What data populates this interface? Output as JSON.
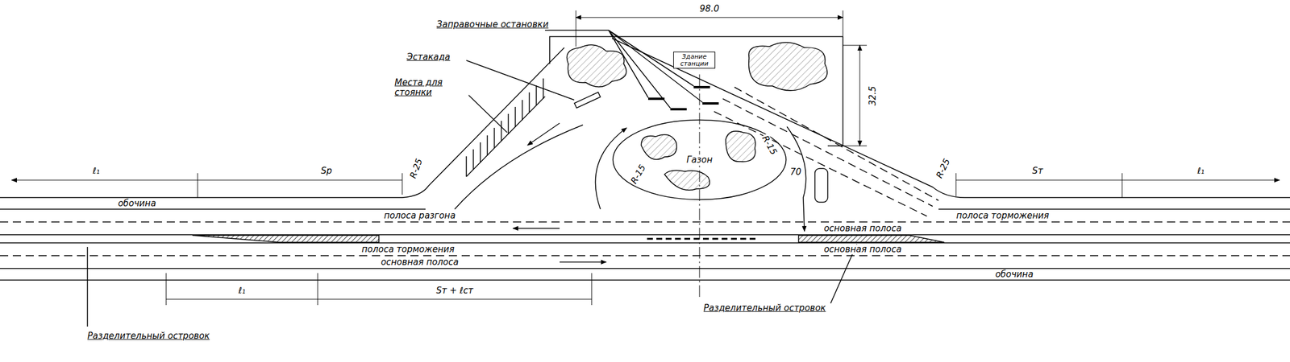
{
  "diagram": {
    "nodes": [
      {
        "text": [
          "Здание станции"
        ]
      },
      {
        "text": [
          "Газон"
        ]
      }
    ],
    "labels": [
      "98.0",
      "32.5",
      "Заправочные остановки",
      "Эстакада",
      "Места для стоянки",
      "ℓ₁",
      "Sр",
      "R-25",
      "R-25",
      "Sт",
      "ℓ₁",
      "обочина",
      "полоса разгона",
      "полоса торможения",
      "основная полоса",
      "основная полоса",
      "обочина",
      "полоса торможения",
      "основная полоса",
      "R-15",
      "R-15",
      "70",
      "ℓ₁",
      "Sт + ℓст",
      "Разделительный островок",
      "Разделительный островок"
    ]
  }
}
